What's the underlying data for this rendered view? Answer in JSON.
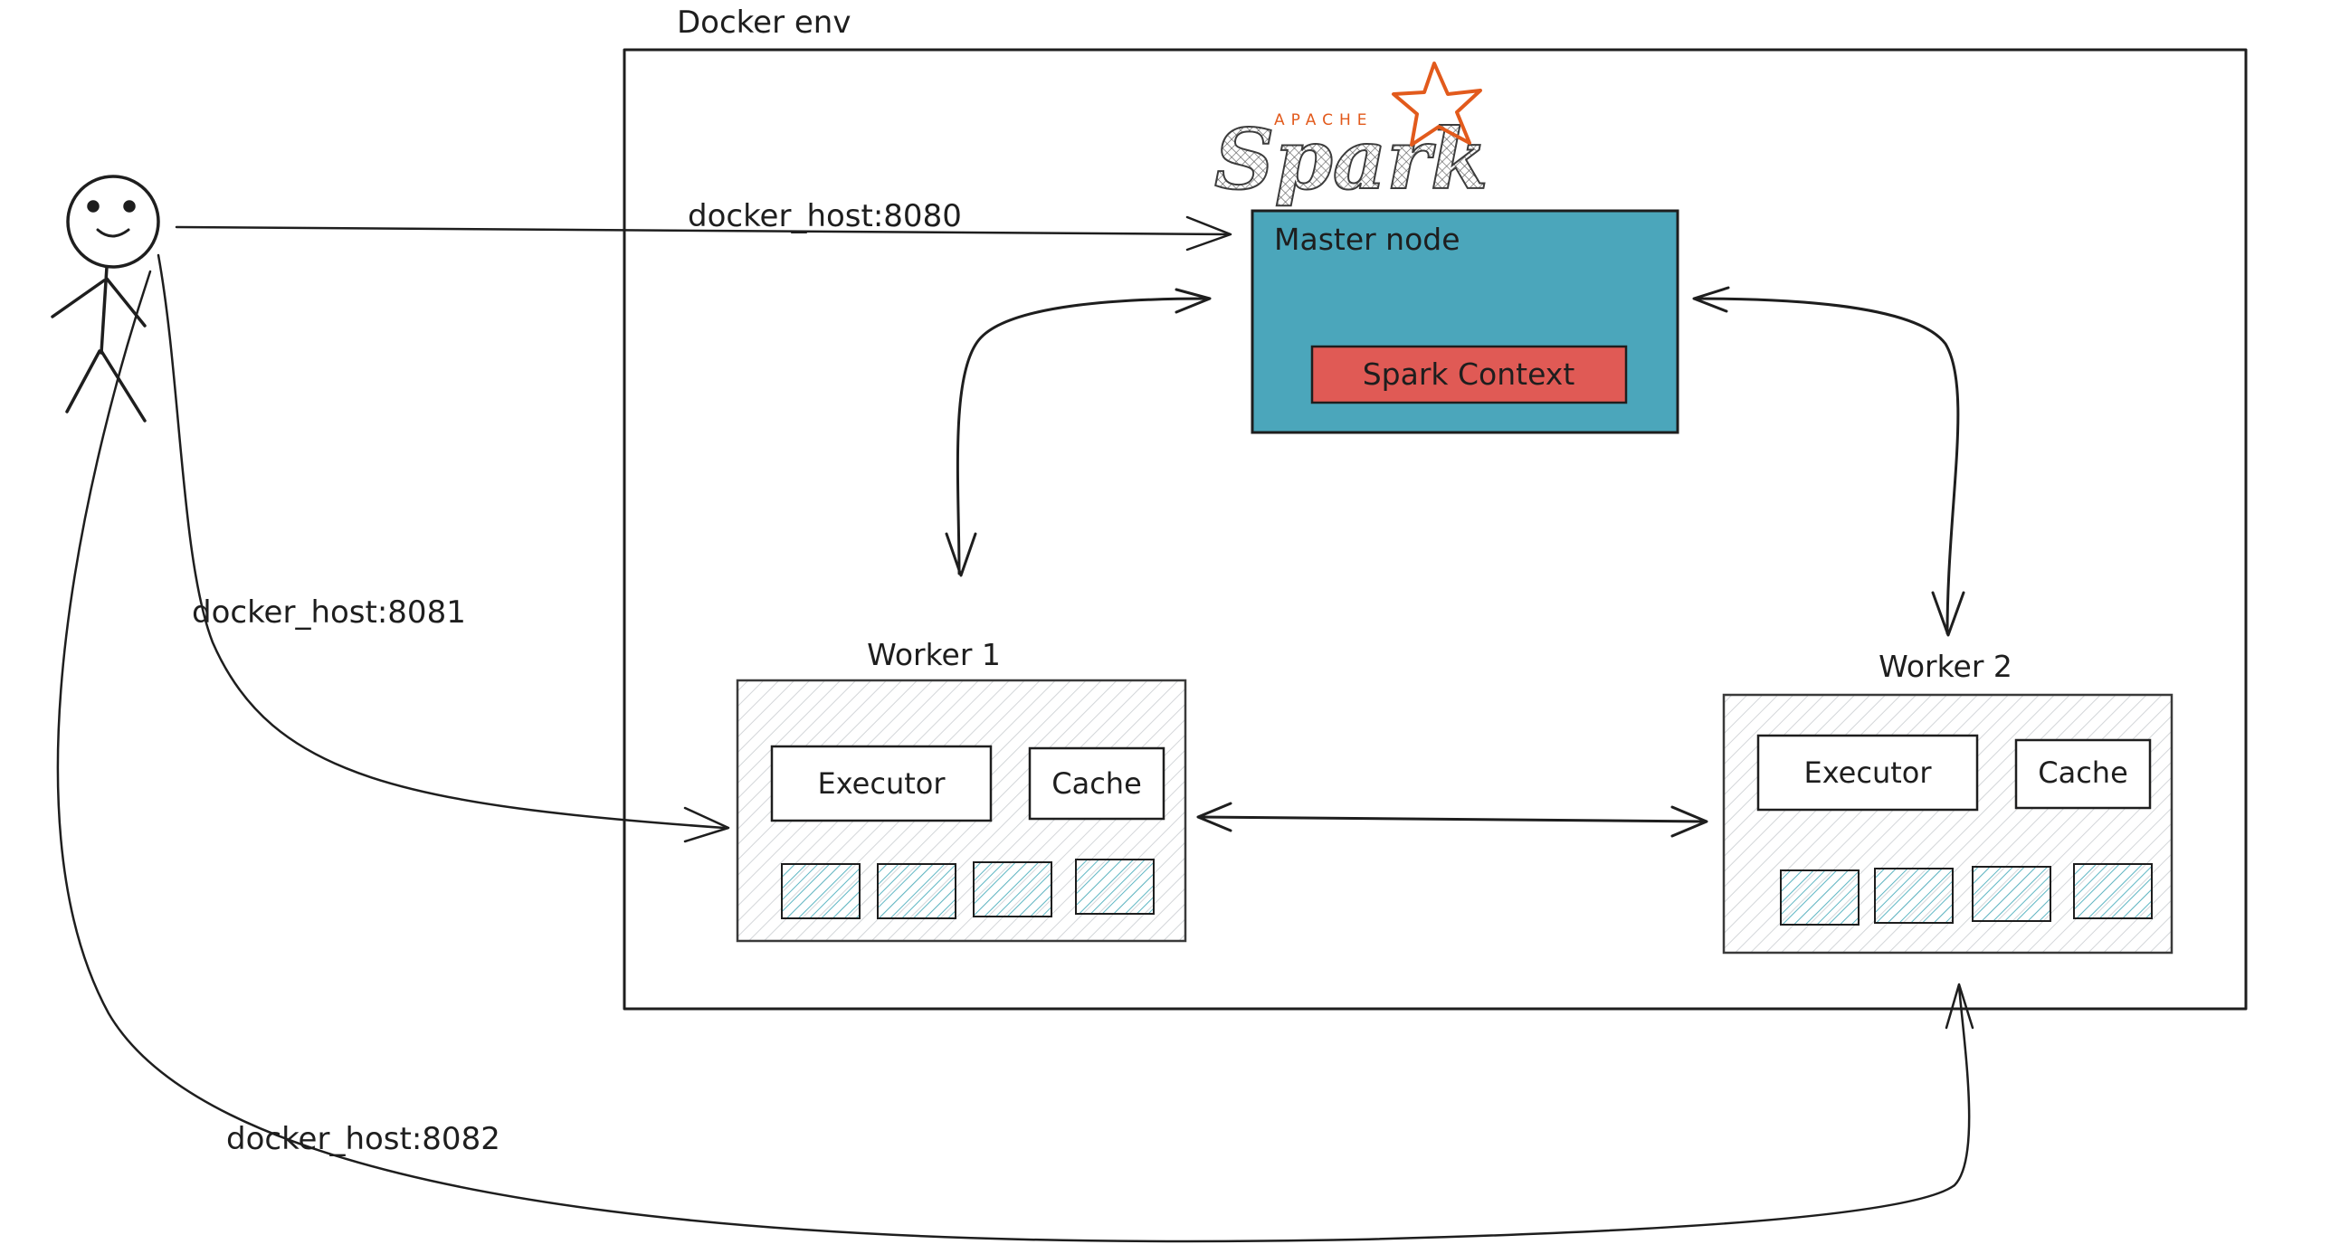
{
  "docker_env": {
    "label": "Docker env"
  },
  "logo": {
    "top_text": "APACHE",
    "word": "Spark",
    "color": "#e25a1c"
  },
  "master": {
    "label": "Master node",
    "fill": "#4ba6bb",
    "context": {
      "label": "Spark Context",
      "fill": "#e05a55"
    }
  },
  "workers": [
    {
      "title": "Worker 1",
      "executor": "Executor",
      "cache": "Cache",
      "tiles": 4,
      "tile_fill": "#a5d8df"
    },
    {
      "title": "Worker 2",
      "executor": "Executor",
      "cache": "Cache",
      "tiles": 4,
      "tile_fill": "#a5d8df"
    }
  ],
  "connections": {
    "to_master": "docker_host:8080",
    "to_worker1": "docker_host:8081",
    "to_worker2": "docker_host:8082"
  },
  "actor": {
    "icon": "stick-figure-icon"
  }
}
